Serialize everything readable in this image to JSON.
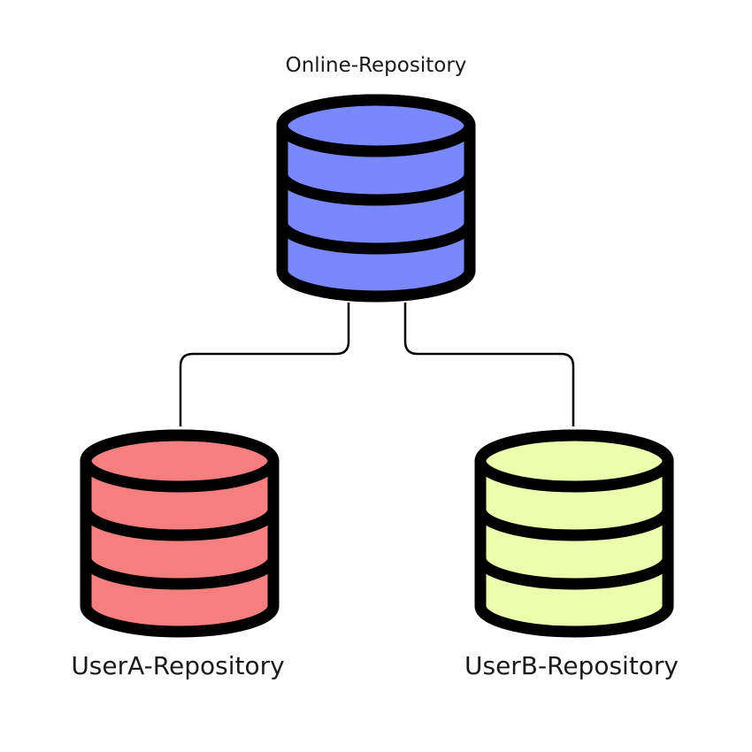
{
  "nodes": {
    "online": {
      "label": "Online-Repository",
      "fill": "#7a88ff"
    },
    "usera": {
      "label": "UserA-Repository",
      "fill": "#f57f7f"
    },
    "userb": {
      "label": "UserB-Repository",
      "fill": "#ebffad"
    }
  },
  "edges": [
    {
      "from": "online",
      "to": "usera"
    },
    {
      "from": "online",
      "to": "userb"
    }
  ]
}
